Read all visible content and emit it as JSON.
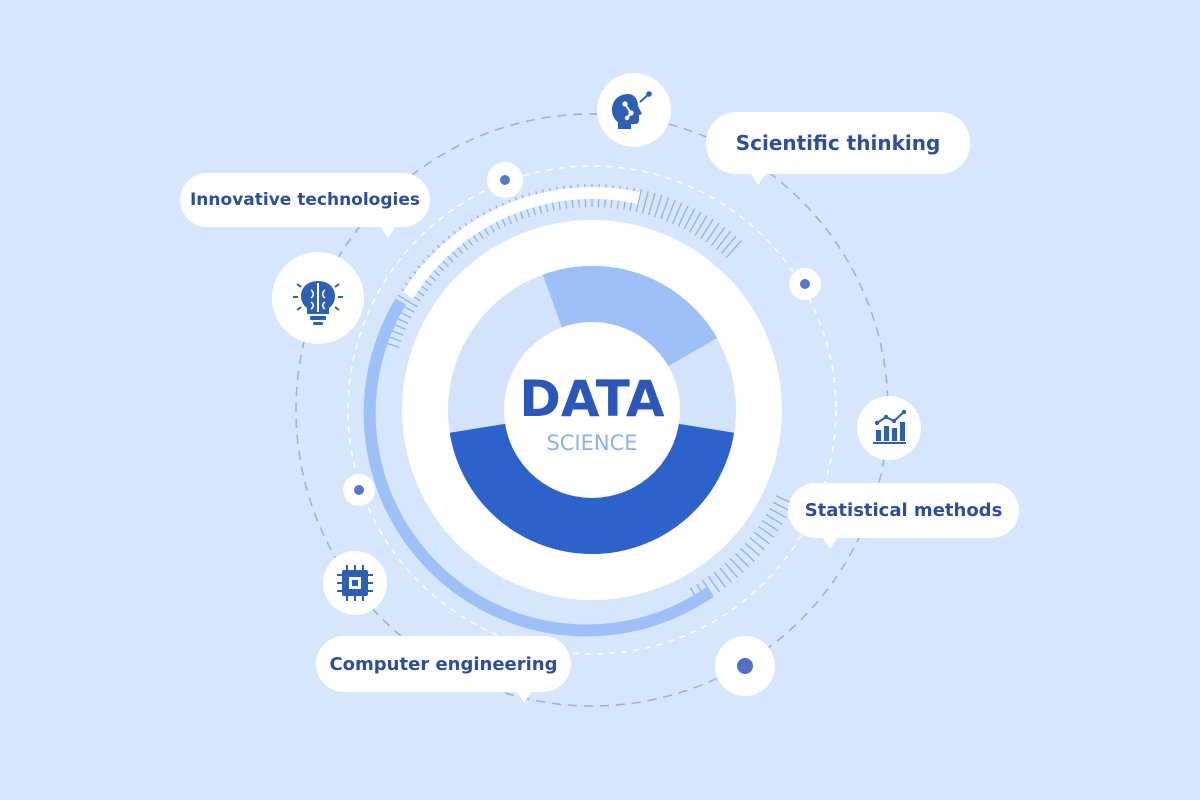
{
  "center": {
    "title": "DATA",
    "subtitle": "SCIENCE"
  },
  "labels": {
    "innovative": "Innovative technologies",
    "scientific": "Scientific thinking",
    "statistical": "Statistical methods",
    "computer": "Computer engineering"
  },
  "icons": {
    "innovative": "brain-lightbulb-icon",
    "scientific": "head-network-icon",
    "statistical": "bar-chart-trend-icon",
    "computer": "microchip-icon"
  },
  "colors": {
    "background": "#d6e6fd",
    "dark_blue": "#2c62c9",
    "medium_blue": "#9ec0f9",
    "light_blue": "#d3e3fc",
    "text_blue": "#2f4d9c",
    "white": "#ffffff"
  }
}
